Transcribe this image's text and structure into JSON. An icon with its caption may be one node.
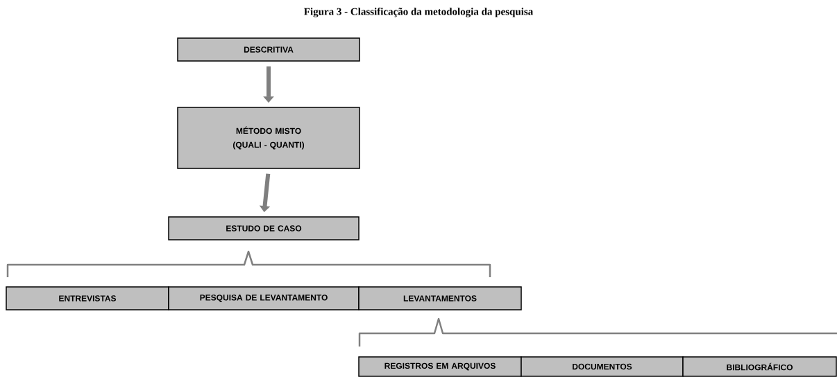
{
  "diagram": {
    "title": "Figura 3 - Classificação da metodologia da pesquisa",
    "nodes": [
      {
        "text": [
          "DESCRITIVA"
        ]
      },
      {
        "text": [
          "MÉTODO MISTO (QUALI - QUANTI)"
        ]
      },
      {
        "text": [
          "ESTUDO DE CASO"
        ]
      },
      {
        "text": [
          "ENTREVISTAS"
        ]
      },
      {
        "text": [
          "PESQUISA DE LEVANTAMENTO"
        ]
      },
      {
        "text": [
          "LEVANTAMENTOS"
        ]
      },
      {
        "text": [
          "REGISTROS EM ARQUIVOS"
        ]
      },
      {
        "text": [
          "DOCUMENTOS"
        ]
      },
      {
        "text": [
          "BIBLIOGRÁFICO"
        ]
      }
    ],
    "edges": [
      {
        "from": 0,
        "to": 1,
        "arrow": "to"
      },
      {
        "from": 1,
        "to": 2,
        "arrow": "to"
      }
    ]
  }
}
